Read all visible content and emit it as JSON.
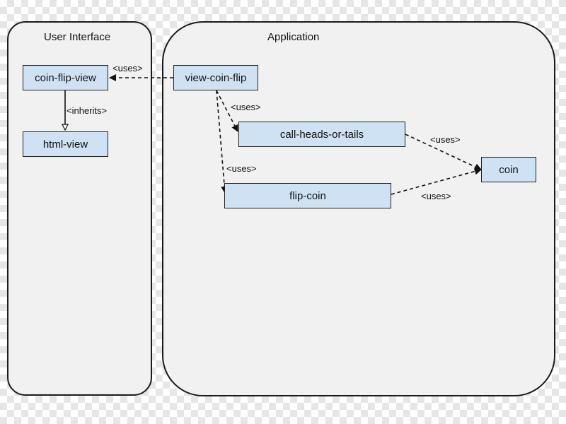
{
  "containers": {
    "user_interface": "User Interface",
    "application": "Application"
  },
  "nodes": {
    "coin_flip_view": "coin-flip-view",
    "html_view": "html-view",
    "view_coin_flip": "view-coin-flip",
    "call_heads_or_tails": "call-heads-or-tails",
    "flip_coin": "flip-coin",
    "coin": "coin"
  },
  "edges": {
    "view_coin_flip_to_coin_flip_view": "<uses>",
    "coin_flip_view_to_html_view": "<inherits>",
    "view_coin_flip_to_call_heads_or_tails": "<uses>",
    "view_coin_flip_to_flip_coin": "<uses>",
    "call_heads_or_tails_to_coin": "<uses>",
    "flip_coin_to_coin": "<uses>"
  },
  "colors": {
    "box_fill": "#cfe2f3",
    "container_fill": "#f1f1f1",
    "stroke": "#1a1a1a"
  }
}
